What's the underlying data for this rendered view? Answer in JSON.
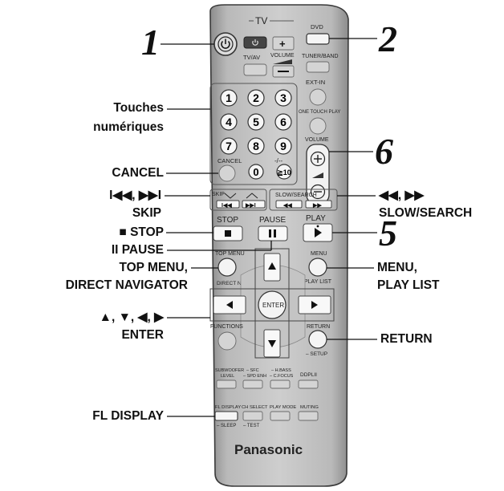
{
  "remote": {
    "brand": "Panasonic",
    "tv": {
      "section": "TV",
      "tv_av": "TV/AV",
      "volume": "VOLUME"
    },
    "right_column": {
      "dvd": "DVD",
      "tuner_band": "TUNER/BAND",
      "ext_in": "EXT-IN",
      "one_touch_play": "ONE TOUCH PLAY",
      "volume": "VOLUME"
    },
    "numeric_keys": [
      "1",
      "2",
      "3",
      "4",
      "5",
      "6",
      "7",
      "8",
      "9",
      "0",
      "-/--",
      "≧10"
    ],
    "cancel": "CANCEL",
    "skip": "SKIP",
    "slow_search": "SLOW/SEARCH",
    "stop": "STOP",
    "pause": "PAUSE",
    "play": "PLAY",
    "top_menu": "TOP MENU",
    "direct_navigator": "DIRECT NAVIGATOR",
    "menu": "MENU",
    "play_list": "PLAY LIST",
    "enter": "ENTER",
    "functions": "FUNCTIONS",
    "return": "RETURN",
    "setup": "– SETUP",
    "bottom_row1": {
      "subwoofer_level": [
        "SUBWOOFER",
        "LEVEL"
      ],
      "sfc_spd": [
        "– SFC",
        "– SPD ENH"
      ],
      "hbass_cfocus": [
        "– H.BASS",
        "– C.FOCUS"
      ],
      "dpl2": "DDPLII"
    },
    "bottom_row2": {
      "fl_display": "FL DISPLAY",
      "sleep": "– SLEEP",
      "ch_select": "CH SELECT",
      "test": "– TEST",
      "play_mode": "PLAY MODE",
      "muting": "MUTING"
    }
  },
  "callouts": {
    "left": {
      "touches_1": "Touches",
      "touches_2": "numériques",
      "cancel": "CANCEL",
      "skip_symbols": "I◀◀, ▶▶I",
      "skip": "SKIP",
      "stop": "■ STOP",
      "pause": "II PAUSE",
      "top_menu_1": "TOP MENU,",
      "top_menu_2": "DIRECT NAVIGATOR",
      "arrows_1": "▲, ▼, ◀, ▶",
      "arrows_2": "ENTER",
      "fl_display": "FL DISPLAY"
    },
    "right": {
      "slow_symbols": "◀◀, ▶▶",
      "slow_search": "SLOW/SEARCH",
      "menu_1": "MENU,",
      "menu_2": "PLAY LIST",
      "return": "RETURN"
    },
    "numbers": {
      "n1": "1",
      "n2": "2",
      "n5": "5",
      "n6": "6"
    }
  }
}
